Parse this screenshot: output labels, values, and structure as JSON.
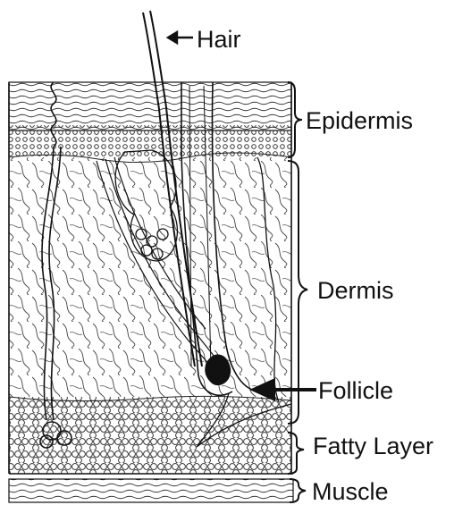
{
  "labels": {
    "hair": "Hair",
    "epidermis": "Epidermis",
    "dermis": "Dermis",
    "follicle": "Follicle",
    "fatty_layer": "Fatty Layer",
    "muscle": "Muscle"
  },
  "colors": {
    "ink": "#111111",
    "paper": "#ffffff"
  }
}
